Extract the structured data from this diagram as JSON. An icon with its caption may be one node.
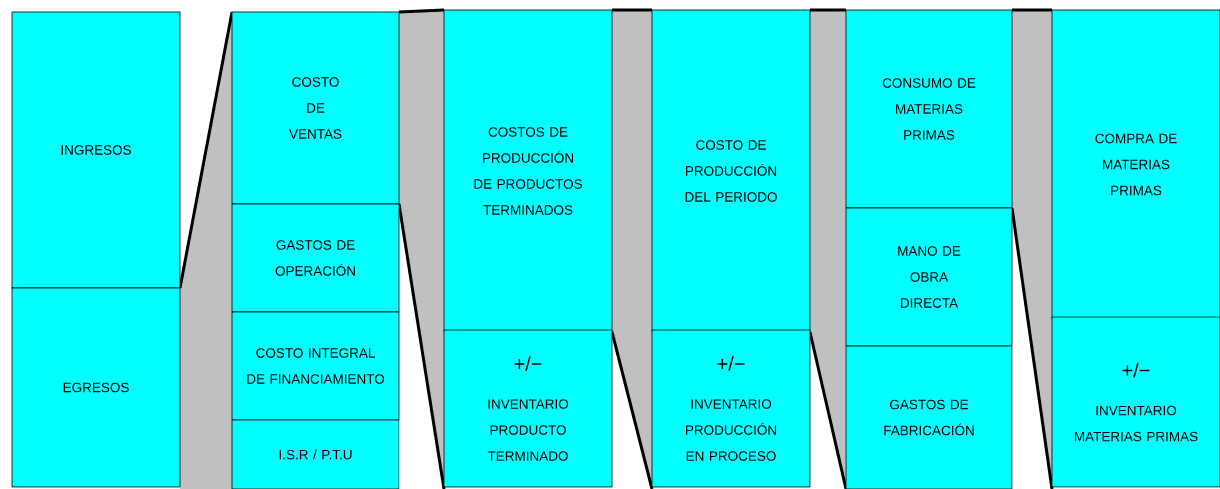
{
  "diagram": {
    "nodes": [
      {
        "text": [
          "INGRESOS"
        ]
      },
      {
        "text": [
          "EGRESOS"
        ]
      },
      {
        "text": [
          "COSTO DE VENTAS"
        ]
      },
      {
        "text": [
          "GASTOS DE OPERACIÓN"
        ]
      },
      {
        "text": [
          "COSTO INTEGRAL DE FINANCIAMIENTO"
        ]
      },
      {
        "text": [
          "I.S.R / P.T.U"
        ]
      },
      {
        "text": [
          "COSTOS DE PRODUCCIÓN DE PRODUCTOS TERMINADOS"
        ]
      },
      {
        "text": [
          "+/−",
          "INVENTARIO PRODUCTO TERMINADO"
        ]
      },
      {
        "text": [
          "COSTO DE PRODUCCIÓN DEL PERIODO"
        ]
      },
      {
        "text": [
          "+/−",
          "INVENTARIO PRODUCCIÓN EN PROCESO"
        ]
      },
      {
        "text": [
          "CONSUMO DE MATERIAS PRIMAS"
        ]
      },
      {
        "text": [
          "MANO DE OBRA DIRECTA"
        ]
      },
      {
        "text": [
          "GASTOS DE FABRICACIÓN"
        ]
      },
      {
        "text": [
          "COMPRA DE MATERIAS PRIMAS"
        ]
      },
      {
        "text": [
          "+/−",
          "INVENTARIO MATERIAS PRIMAS"
        ]
      }
    ]
  }
}
